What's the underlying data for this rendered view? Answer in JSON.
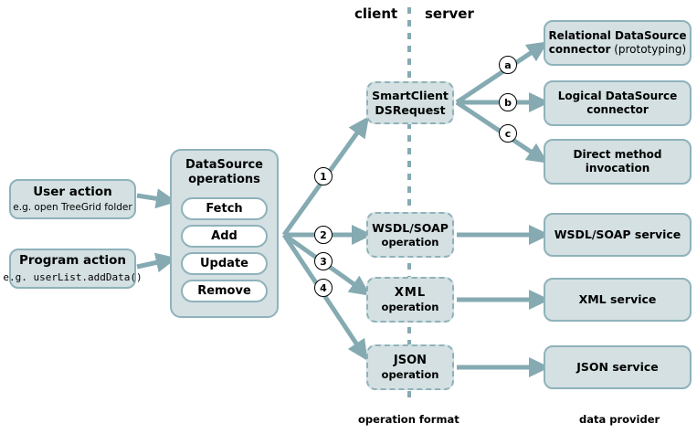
{
  "diagram": {
    "title_client": "client",
    "title_server": "server",
    "divider_style": "dashed-vertical",
    "accent_color": "#8fb2ba",
    "box_fill_color": "#d4e0e2",
    "arrow_color": "#85aab2",
    "footers": {
      "operation_format": "operation format",
      "data_provider": "data provider"
    },
    "sources": [
      {
        "title": "User action",
        "subtitle": "e.g. open TreeGrid folder",
        "subtitle_mono": false
      },
      {
        "title": "Program action",
        "subtitle": "e.g. userList.addData()",
        "subtitle_mono": true
      }
    ],
    "datasource": {
      "title_line1": "DataSource",
      "title_line2": "operations",
      "operations": [
        "Fetch",
        "Add",
        "Update",
        "Remove"
      ]
    },
    "formats": [
      {
        "marker": "1",
        "line1": "SmartClient",
        "line2": "DSRequest"
      },
      {
        "marker": "2",
        "line1": "WSDL/SOAP",
        "line2": "operation"
      },
      {
        "marker": "3",
        "line1": "XML",
        "line2": "operation"
      },
      {
        "marker": "4",
        "line1": "JSON",
        "line2": "operation"
      }
    ],
    "providers": [
      {
        "marker": "a",
        "line1": "Relational DataSource",
        "line2": "connector",
        "line2_suffix": " (prototyping)"
      },
      {
        "marker": "b",
        "line1": "Logical DataSource",
        "line2": "connector",
        "line2_suffix": ""
      },
      {
        "marker": "c",
        "line1": "Direct method",
        "line2": "invocation",
        "line2_suffix": ""
      },
      {
        "marker": "",
        "line1": "WSDL/SOAP service",
        "line2": "",
        "line2_suffix": ""
      },
      {
        "marker": "",
        "line1": "XML service",
        "line2": "",
        "line2_suffix": ""
      },
      {
        "marker": "",
        "line1": "JSON service",
        "line2": "",
        "line2_suffix": ""
      }
    ]
  }
}
